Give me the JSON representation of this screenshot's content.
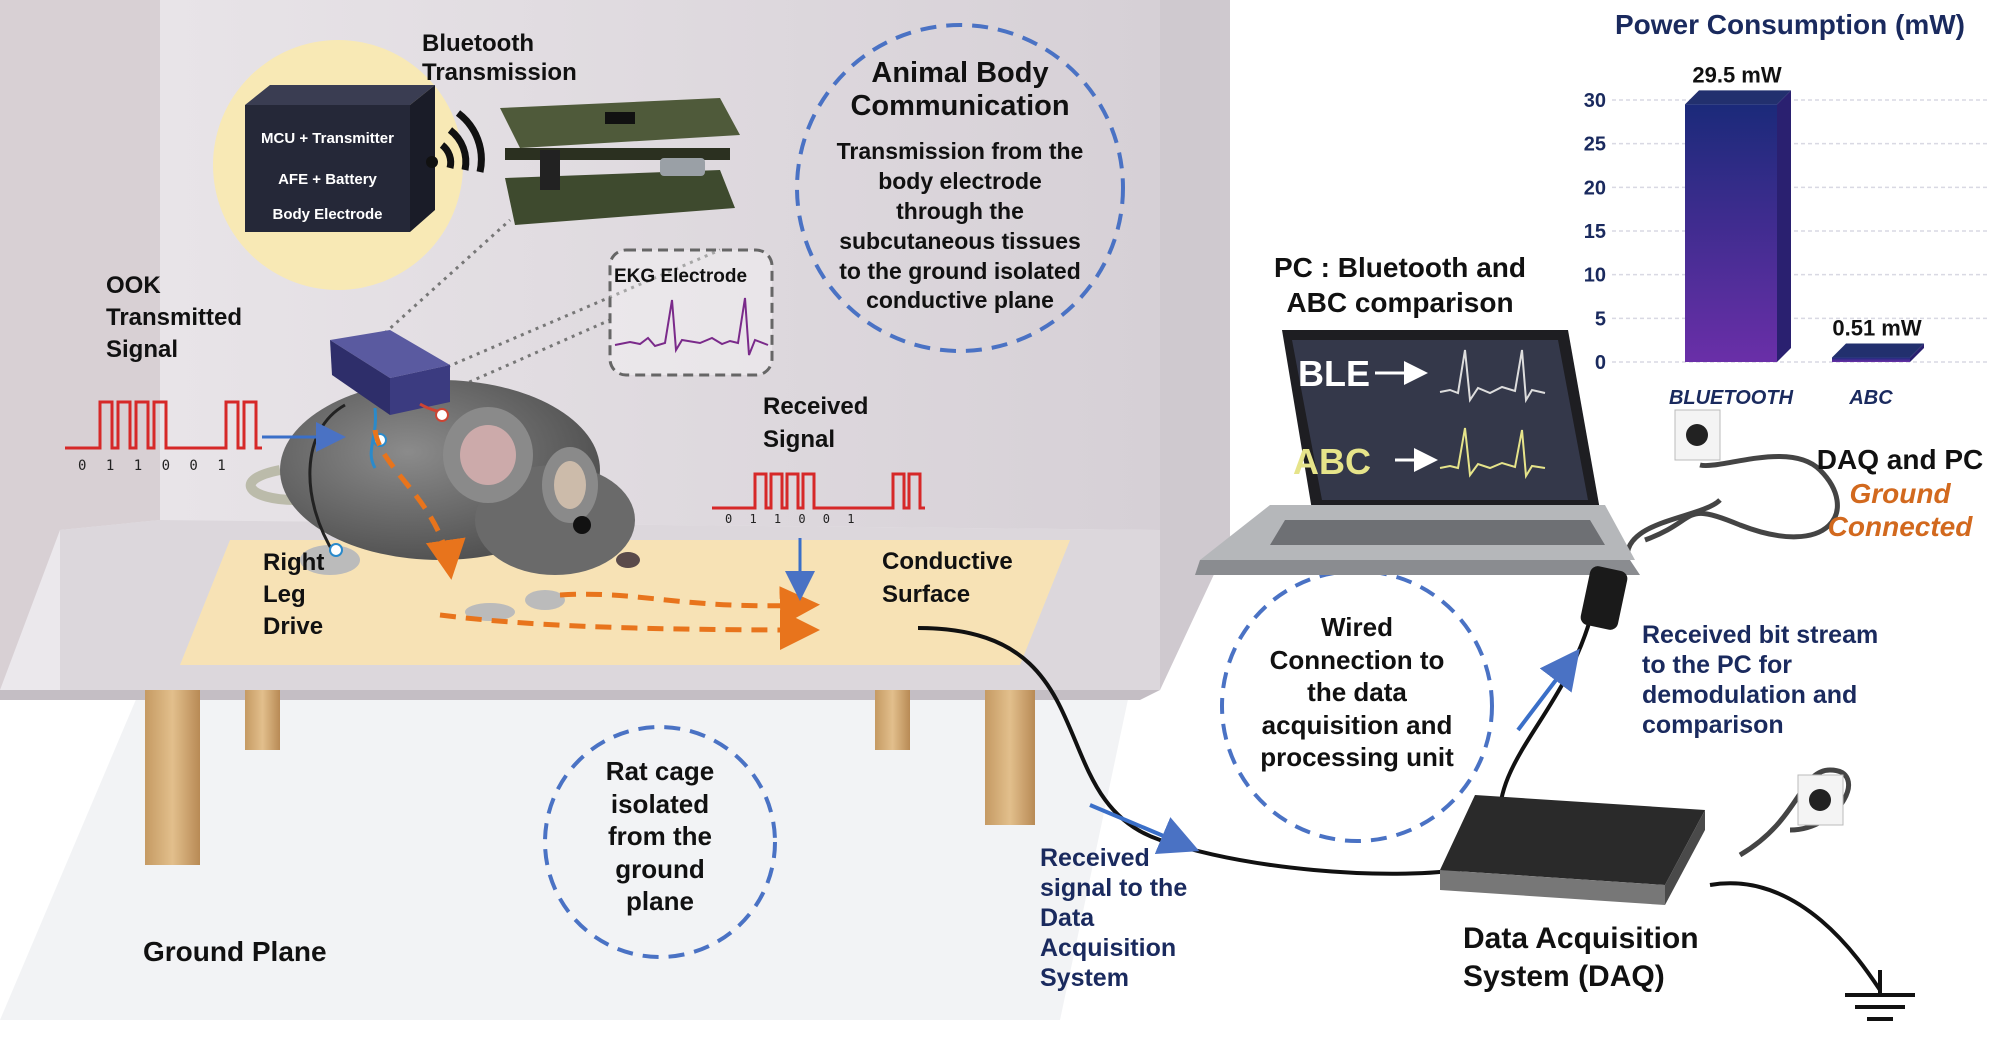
{
  "labels": {
    "bluetooth_transmission": [
      "Bluetooth",
      "Transmission"
    ],
    "device_layers": [
      "MCU + Transmitter",
      "AFE + Battery",
      "Body Electrode"
    ],
    "ook": [
      "OOK",
      "Transmitted",
      "Signal"
    ],
    "ook_bits": "0 1 1 0 0 1",
    "received_signal": [
      "Received",
      "Signal"
    ],
    "received_bits": "0 1 1 0 0 1",
    "ekg_electrode": "EKG Electrode",
    "right_leg_drive": [
      "Right",
      "Leg",
      "Drive"
    ],
    "conductive_surface": [
      "Conductive",
      "Surface"
    ],
    "ground_plane": "Ground Plane",
    "rat_cage": [
      "Rat cage",
      "isolated",
      "from the",
      "ground",
      "plane"
    ],
    "abc_title": [
      "Animal Body",
      "Communication"
    ],
    "abc_desc": [
      "Transmission from the",
      "body electrode",
      "through the",
      "subcutaneous tissues",
      "to the ground isolated",
      "conductive plane"
    ],
    "pc_title": [
      "PC : Bluetooth and",
      "ABC comparison"
    ],
    "screen_ble": "BLE",
    "screen_abc": "ABC",
    "wired": [
      "Wired",
      "Connection to",
      "the data",
      "acquisition and",
      "processing unit"
    ],
    "received_to_daq": [
      "Received",
      "signal to the",
      "Data",
      "Acquisition",
      "System"
    ],
    "bitstream": [
      "Received bit stream",
      "to the PC for",
      "demodulation and",
      "comparison"
    ],
    "daq_pc": "DAQ and PC",
    "ground_connected": [
      "Ground",
      "Connected"
    ],
    "daq": [
      "Data Acquisition",
      "System (DAQ)"
    ]
  },
  "chart_data": {
    "type": "bar",
    "title": "Power Consumption (mW)",
    "categories": [
      "BLUETOOTH",
      "ABC"
    ],
    "values": [
      29.5,
      0.51
    ],
    "data_labels": [
      "29.5 mW",
      "0.51 mW"
    ],
    "ylim": [
      0,
      30
    ],
    "yticks": [
      "0",
      "5",
      "10",
      "15",
      "20",
      "25",
      "30"
    ],
    "grid": true
  },
  "colors": {
    "navy": "#1a2a5e",
    "dashed_circle": "#4a72c4",
    "orange_path": "#e8741c",
    "signal_red": "#d62828",
    "conductive": "#f7e2b5",
    "cage_wall": "#d9d3d9",
    "bar_top": "#1b2a7a",
    "bar_bottom": "#6a2fa8"
  }
}
